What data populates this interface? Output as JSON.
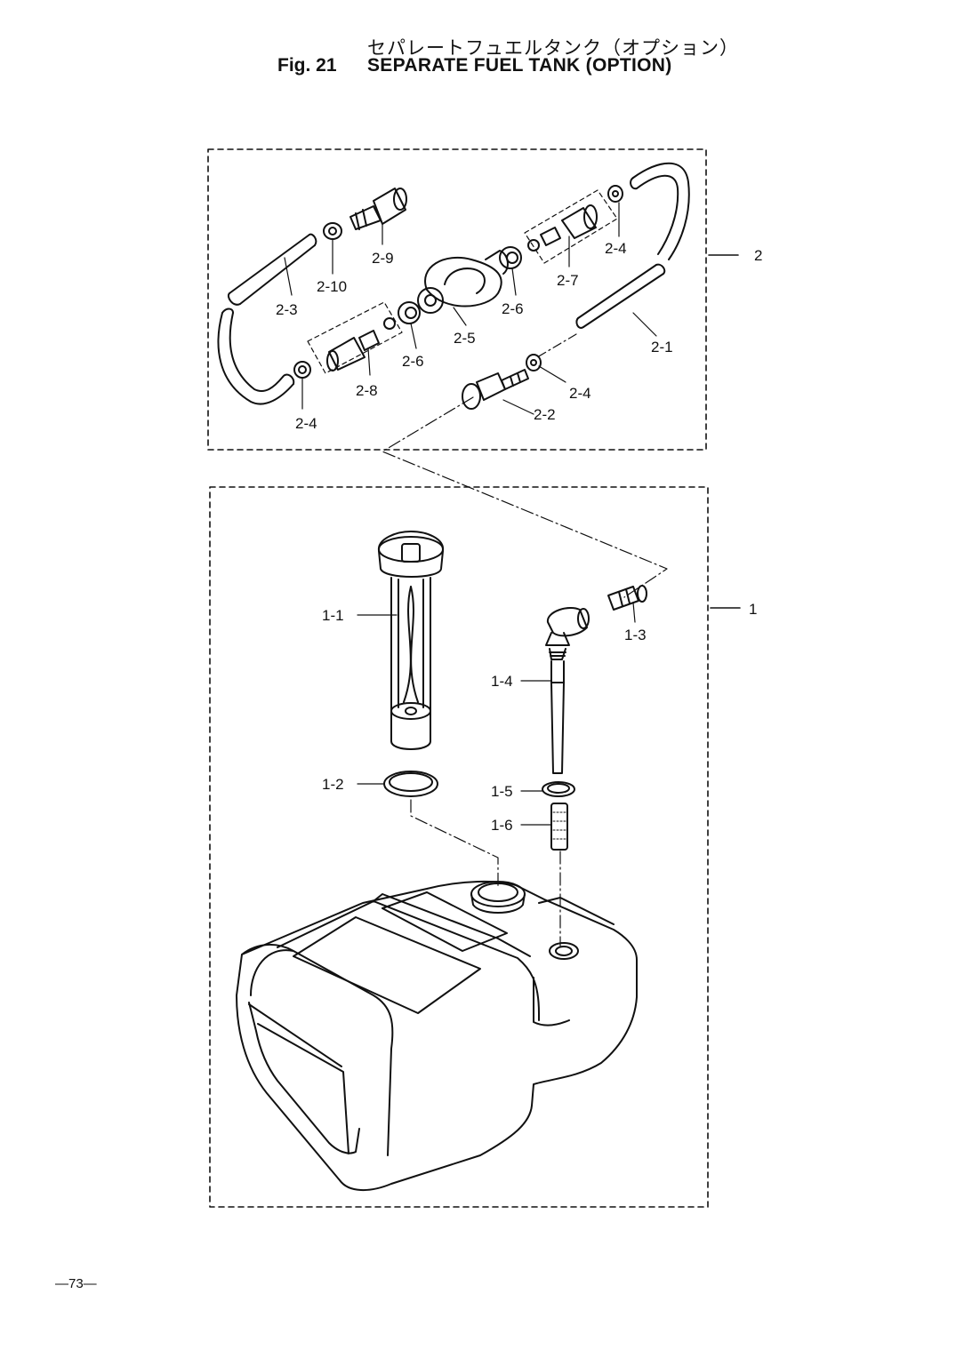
{
  "header": {
    "title_jp": "セパレートフュエルタンク（オプション）",
    "fig_number": "Fig. 21",
    "title_en": "SEPARATE FUEL TANK (OPTION)"
  },
  "groups": {
    "hose_assembly": "2",
    "tank_assembly": "1"
  },
  "callouts": {
    "p2_1": "2-1",
    "p2_2": "2-2",
    "p2_3": "2-3",
    "p2_4a": "2-4",
    "p2_4b": "2-4",
    "p2_4c": "2-4",
    "p2_5": "2-5",
    "p2_6a": "2-6",
    "p2_6b": "2-6",
    "p2_7": "2-7",
    "p2_8": "2-8",
    "p2_9": "2-9",
    "p2_10": "2-10",
    "p1_1": "1-1",
    "p1_2": "1-2",
    "p1_3": "1-3",
    "p1_4": "1-4",
    "p1_5": "1-5",
    "p1_6": "1-6"
  },
  "footer": {
    "page_number": "—73—"
  }
}
